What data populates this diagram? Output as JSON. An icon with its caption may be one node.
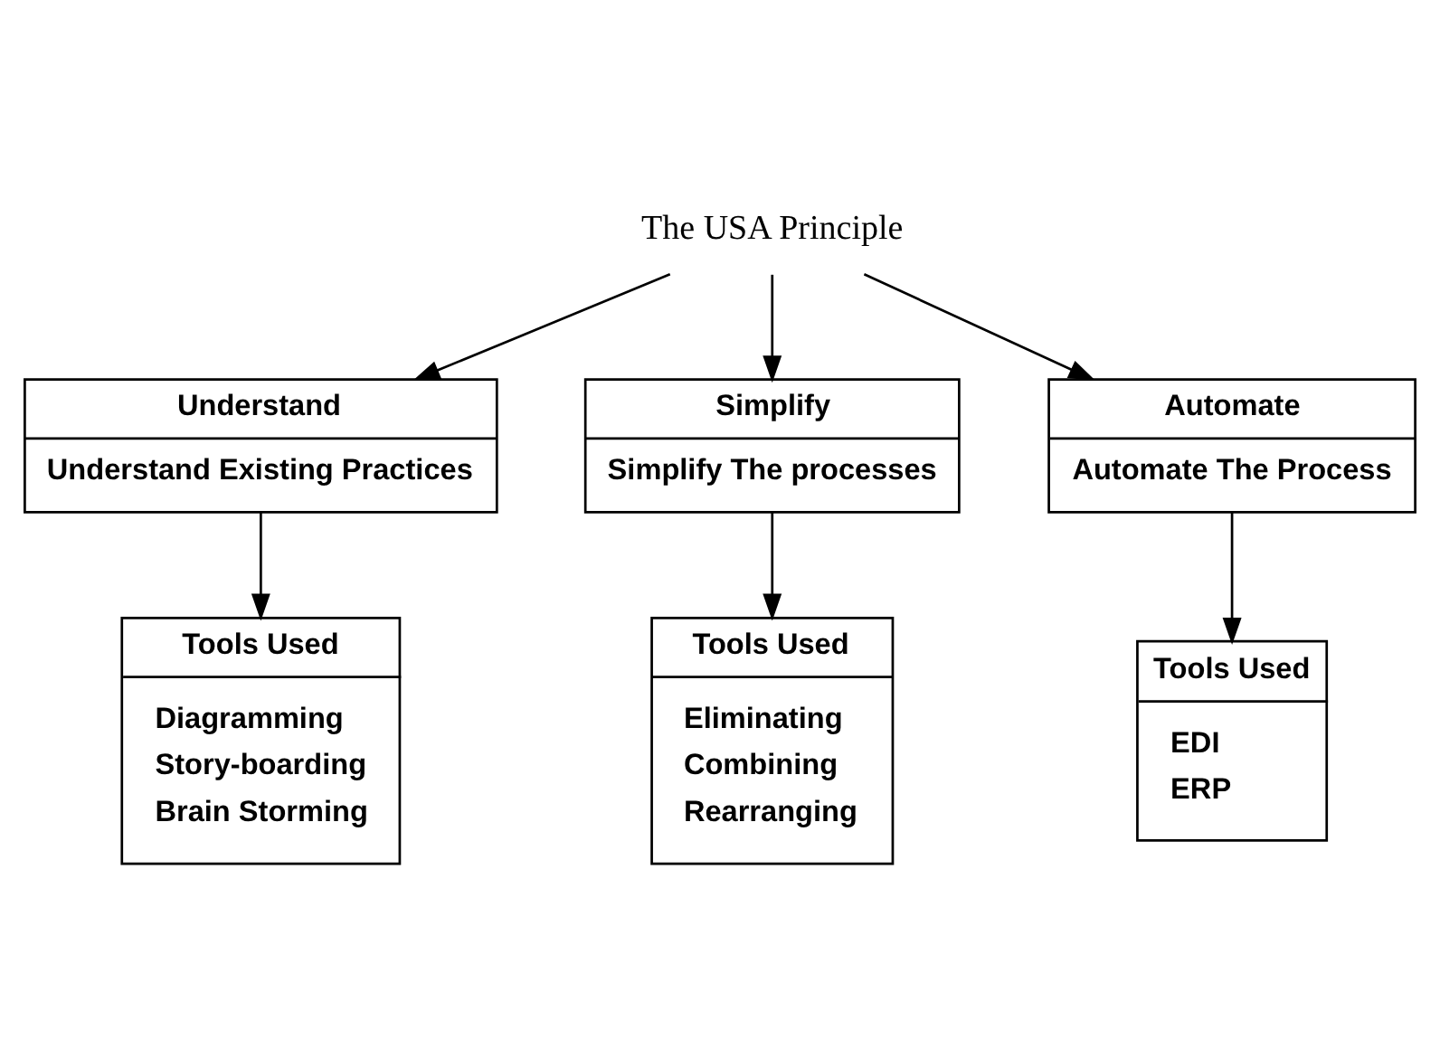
{
  "diagram": {
    "nodes": [
      {
        "text": [
          "The USA Principle"
        ]
      },
      {
        "text": [
          "Understand",
          "Understand Existing Practices"
        ]
      },
      {
        "text": [
          "Simplify",
          "Simplify The processes"
        ]
      },
      {
        "text": [
          "Automate",
          "Automate The Process"
        ]
      },
      {
        "text": [
          "Tools Used",
          "Diagramming",
          "Story-boarding",
          "Brain Storming"
        ]
      },
      {
        "text": [
          "Tools Used",
          "Eliminating",
          "Combining",
          "Rearranging"
        ]
      },
      {
        "text": [
          "Tools Used",
          "EDI",
          "ERP"
        ]
      }
    ],
    "edges": [
      {
        "from": 0,
        "to": 1,
        "arrow": "to"
      },
      {
        "from": 0,
        "to": 2,
        "arrow": "to"
      },
      {
        "from": 0,
        "to": 3,
        "arrow": "to"
      },
      {
        "from": 1,
        "to": 4,
        "arrow": "to"
      },
      {
        "from": 2,
        "to": 5,
        "arrow": "to"
      },
      {
        "from": 3,
        "to": 6,
        "arrow": "to"
      }
    ]
  }
}
